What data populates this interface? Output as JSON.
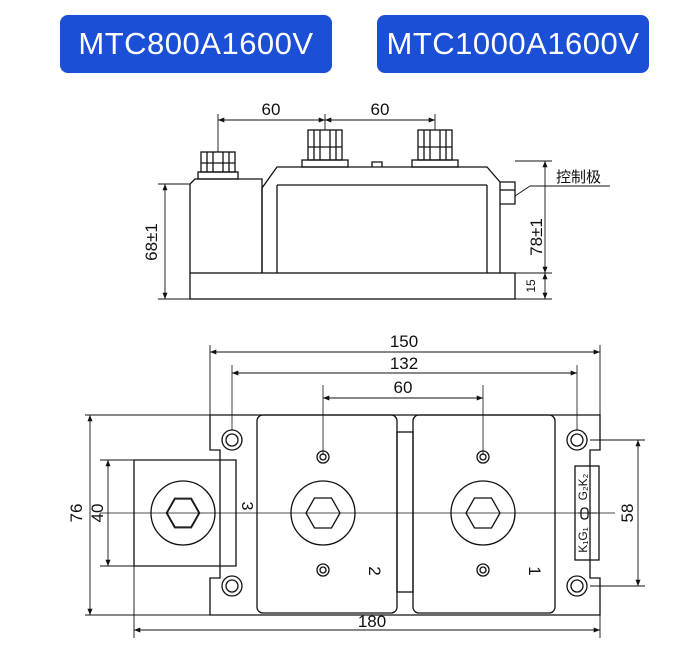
{
  "header": {
    "badge_1": "MTC800A1600V",
    "badge_2": "MTC1000A1600V"
  },
  "side_view": {
    "dim_top_left": "60",
    "dim_top_right": "60",
    "control_label": "控制极",
    "height_total": "68±1",
    "height_right": "78±1",
    "base_height": "15"
  },
  "top_view": {
    "dim_150": "150",
    "dim_132": "132",
    "dim_60": "60",
    "dim_76": "76",
    "dim_40": "40",
    "dim_58": "58",
    "dim_180": "180",
    "terminal_3": "3",
    "terminal_2": "2",
    "terminal_1": "1",
    "pin_g2k2": "G₂K₂",
    "pin_k1g1": "K₁G₁"
  },
  "colors": {
    "badge": "#1a4fd6",
    "line": "#111111"
  }
}
